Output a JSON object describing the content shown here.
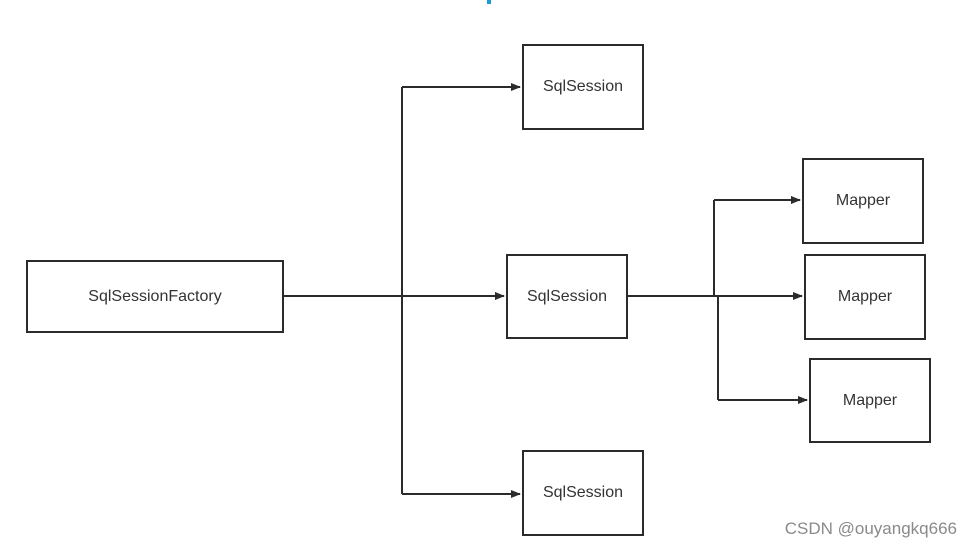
{
  "nodes": {
    "factory": {
      "label": "SqlSessionFactory"
    },
    "session_top": {
      "label": "SqlSession"
    },
    "session_middle": {
      "label": "SqlSession"
    },
    "session_bottom": {
      "label": "SqlSession"
    },
    "mapper_1": {
      "label": "Mapper"
    },
    "mapper_2": {
      "label": "Mapper"
    },
    "mapper_3": {
      "label": "Mapper"
    }
  },
  "watermark": "CSDN @ouyangkq666",
  "colors": {
    "stroke": "#2b2b2b",
    "text": "#333333",
    "accent": "#1e9bd7",
    "watermark": "#8a8a8a"
  }
}
